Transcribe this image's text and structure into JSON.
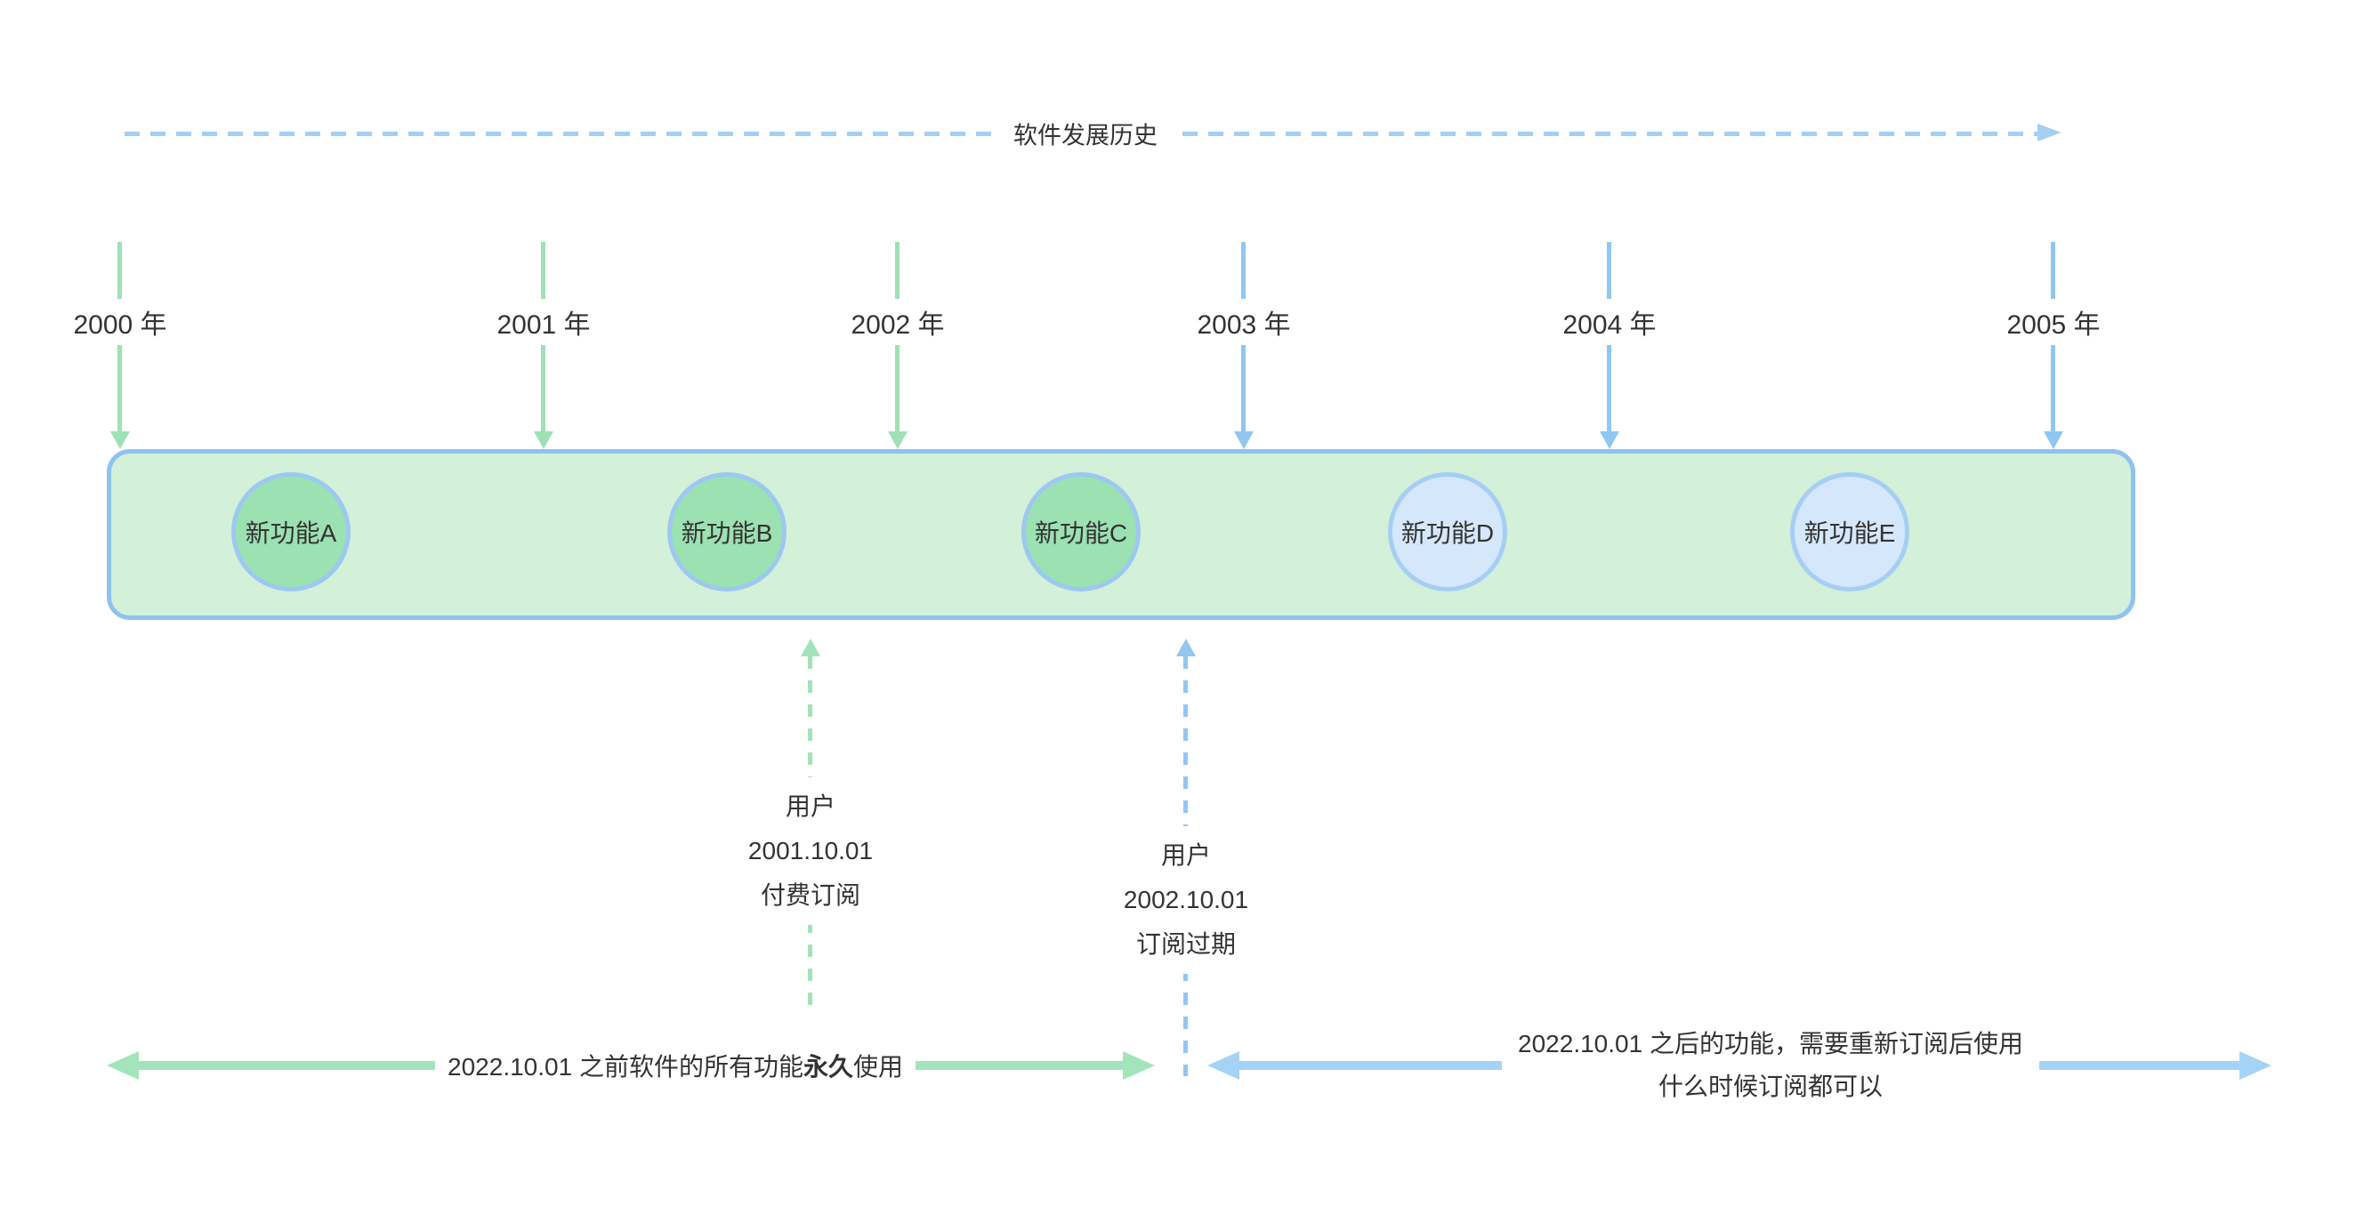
{
  "colors": {
    "axis_blue": "#a4cff3",
    "arrow_green": "#a0e0b6",
    "arrow_blue": "#90c6f2",
    "bar_fill": "#d3f0d9",
    "bar_border": "#8ec2f0",
    "circle_green_fill": "#9ce1b1",
    "circle_green_border": "#9dc8f1",
    "circle_blue_fill": "#d5e7fb",
    "circle_blue_border": "#a6cef5",
    "dash_green": "#a3e3ba",
    "dash_blue": "#94c6f1",
    "big_arrow_green": "#a3e5ba",
    "big_arrow_blue": "#a5d3f6",
    "text": "#333333"
  },
  "axis": {
    "label": "软件发展历史"
  },
  "years": [
    {
      "label": "2000 年"
    },
    {
      "label": "2001 年"
    },
    {
      "label": "2002 年"
    },
    {
      "label": "2003 年"
    },
    {
      "label": "2004 年"
    },
    {
      "label": "2005 年"
    }
  ],
  "features": [
    {
      "label": "新功能A"
    },
    {
      "label": "新功能B"
    },
    {
      "label": "新功能C"
    },
    {
      "label": "新功能D"
    },
    {
      "label": "新功能E"
    }
  ],
  "subscribe_note": {
    "lines": [
      "用户",
      "2001.10.01",
      "付费订阅"
    ]
  },
  "expire_note": {
    "lines": [
      "用户",
      "2002.10.01",
      "订阅过期"
    ]
  },
  "perpetual_note": {
    "before": "2022.10.01 之前软件的所有功能",
    "bold": "永久",
    "after": "使用"
  },
  "resubscribe_note": {
    "line1": "2022.10.01 之后的功能，需要重新订阅后使用",
    "line2": "什么时候订阅都可以"
  }
}
